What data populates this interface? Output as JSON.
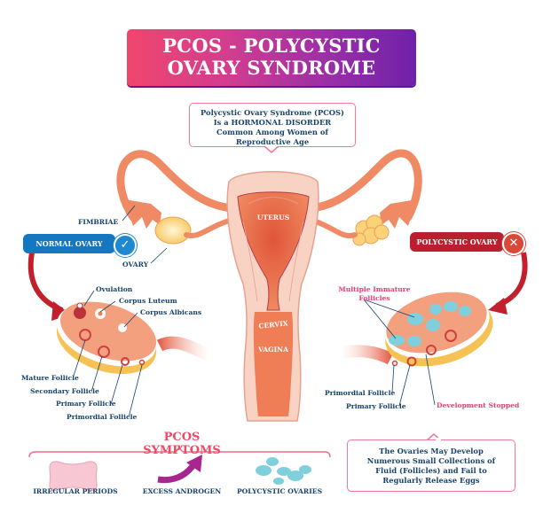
{
  "title": {
    "line1": "PCOS - POLYCYSTIC",
    "line2": "OVARY SYNDROME"
  },
  "top_callout": {
    "lines": [
      "Polycystic Ovary Syndrome (PCOS)",
      "Is a HORMONAL DISORDER",
      "Common Among Women of",
      "Reproductive Age"
    ]
  },
  "uterus_labels": {
    "uterus": "UTERUS",
    "cervix": "CERVIX",
    "vagina": "VAGINA"
  },
  "left": {
    "badge": "NORMAL OVARY",
    "badge_icon": "check-icon",
    "fimbriae": "FIMBRIAE",
    "ovary": "OVARY",
    "ovulation": "Ovulation",
    "corpus_luteum": "Corpus Luteum",
    "corpus_albicans": "Corpus Albicans",
    "mature_follicle": "Mature Follicle",
    "secondary_follicle": "Secondary Follicle",
    "primary_follicle": "Primary Follicle",
    "primordial_follicle": "Primordial Follicle"
  },
  "right": {
    "badge": "POLYCYSTIC OVARY",
    "badge_icon": "x-icon",
    "multiple_immature_1": "Multiple Immature",
    "multiple_immature_2": "Follicles",
    "primordial_follicle": "Primordial Follicle",
    "primary_follicle": "Primary Follicle",
    "development_stopped": "Development Stopped"
  },
  "symptoms": {
    "title": "PCOS SYMPTOMS",
    "items": [
      {
        "label": "IRREGULAR PERIODS",
        "icon": "pad-icon"
      },
      {
        "label": "EXCESS ANDROGEN",
        "icon": "upward-arrow-icon"
      },
      {
        "label": "POLYCYSTIC OVARIES",
        "icon": "cysts-icon"
      }
    ]
  },
  "bottom_callout": {
    "lines": [
      "The Ovaries May Develop",
      "Numerous Small Collections of",
      "Fluid (Follicles) and Fail to",
      "Regularly Release Eggs"
    ]
  },
  "colors": {
    "title_gradient_start": "#f0466e",
    "title_gradient_end": "#6f21a8",
    "label_text": "#17436b",
    "accent_pink": "#ef4964",
    "normal_badge": "#1577bf",
    "polycystic_badge": "#b8202f",
    "tissue": "#f08a65",
    "cyst": "#7fd0dc"
  }
}
